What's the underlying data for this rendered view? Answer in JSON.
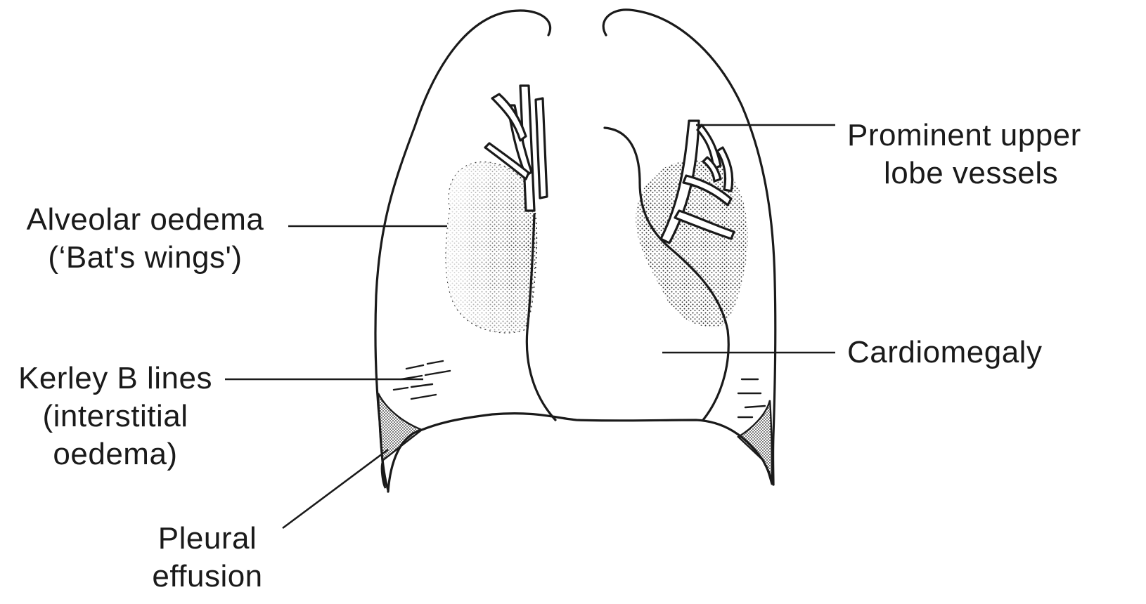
{
  "labels": {
    "prominent_vessels": {
      "line1": "Prominent upper",
      "line2": "lobe vessels"
    },
    "alveolar_oedema": {
      "line1": "Alveolar oedema",
      "line2": "(‘Bat's wings')"
    },
    "cardiomegaly": {
      "line1": "Cardiomegaly"
    },
    "kerley_b_lines": {
      "line1": "Kerley B lines",
      "line2": "(interstitial",
      "line3": "oedema)"
    },
    "pleural_effusion": {
      "line1": "Pleural",
      "line2": "effusion"
    }
  }
}
